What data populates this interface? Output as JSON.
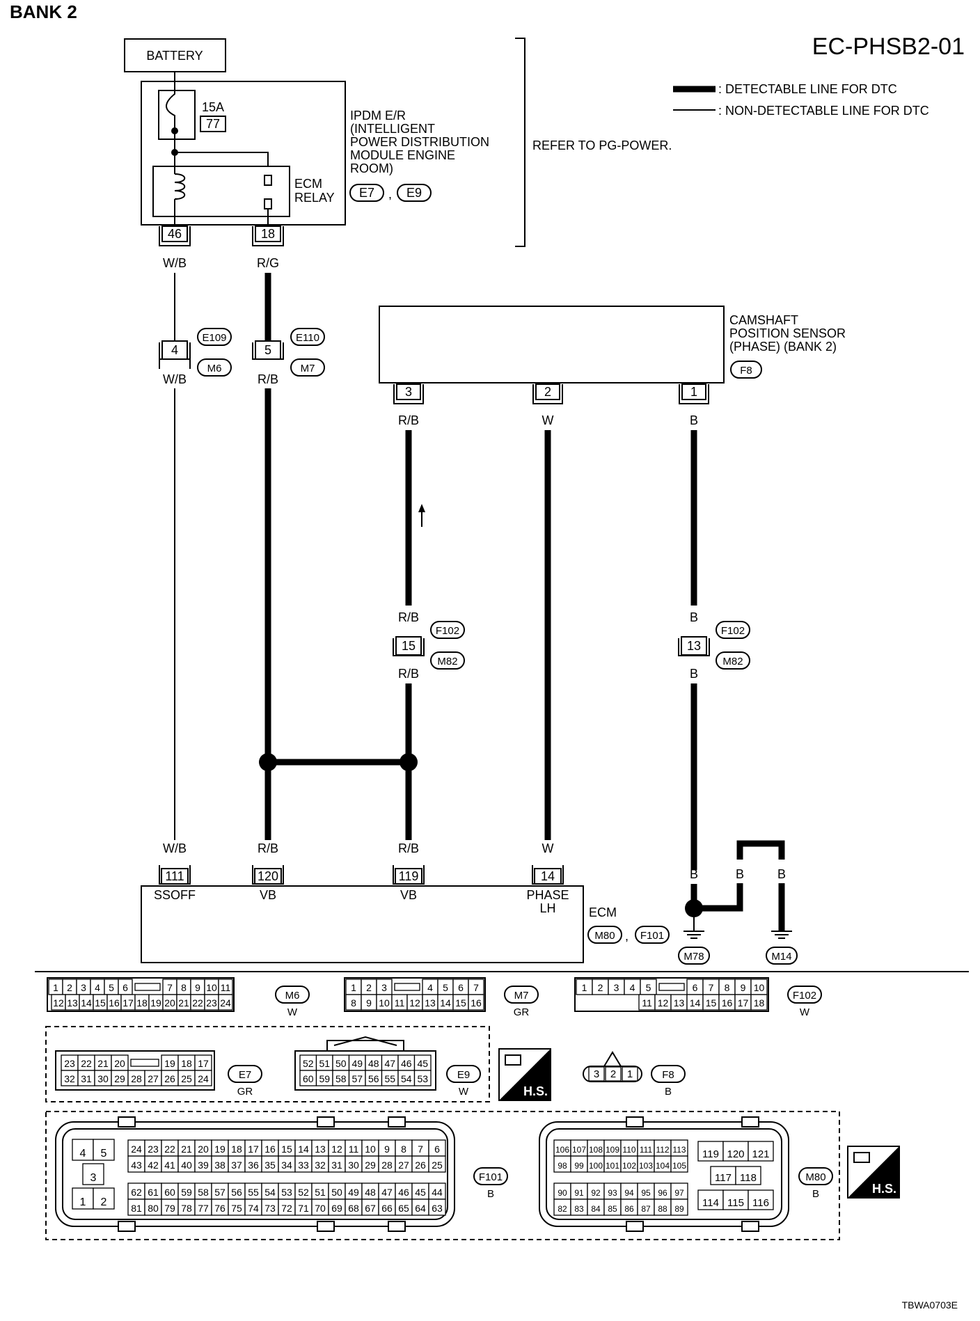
{
  "header": {
    "bank": "BANK 2",
    "code": "EC-PHSB2-01",
    "figure_id": "TBWA0703E"
  },
  "legend": {
    "detectable": ": DETECTABLE LINE FOR DTC",
    "non_detectable": ": NON-DETECTABLE LINE FOR DTC"
  },
  "battery": "BATTERY",
  "ipdm": {
    "fuse_amp": "15A",
    "fuse_no": "77",
    "name_lines": [
      "IPDM E/R",
      "(INTELLIGENT",
      " POWER DISTRIBUTION",
      " MODULE ENGINE",
      " ROOM)"
    ],
    "relay_lines": [
      "ECM",
      "RELAY"
    ],
    "connectors": [
      "E7",
      "E9"
    ],
    "sep": ",",
    "refer": "REFER TO PG-POWER."
  },
  "pins": {
    "ipdm_46": "46",
    "ipdm_18": "18",
    "joint_4": "4",
    "joint_5": "5",
    "cmp_3": "3",
    "cmp_2": "2",
    "cmp_1": "1",
    "f102_15": "15",
    "f102_13": "13",
    "ecm_111": "111",
    "ecm_120": "120",
    "ecm_119": "119",
    "ecm_14": "14"
  },
  "wires": {
    "wb": "W/B",
    "rg": "R/G",
    "rb": "R/B",
    "w": "W",
    "b": "B"
  },
  "conn_labels": {
    "e109": "E109",
    "e110": "E110",
    "m6": "M6",
    "m7": "M7",
    "f102": "F102",
    "m82": "M82",
    "f8": "F8",
    "m80": "M80",
    "f101": "F101",
    "m78": "M78",
    "m14": "M14",
    "e7": "E7",
    "e9": "E9"
  },
  "cmp_sensor": {
    "lines": [
      "CAMSHAFT",
      "POSITION SENSOR",
      "(PHASE) (BANK 2)"
    ]
  },
  "ecm": {
    "name": "ECM",
    "t_ssoff": "SSOFF",
    "t_vb1": "VB",
    "t_vb2": "VB",
    "t_phase": [
      "PHASE",
      "LH"
    ]
  },
  "connector_faces": {
    "m6": {
      "id": "M6",
      "color": "W",
      "rows": [
        [
          "1",
          "2",
          "3",
          "4",
          "5",
          "6",
          "",
          "7",
          "8",
          "9",
          "10",
          "11"
        ],
        [
          "12",
          "13",
          "14",
          "15",
          "16",
          "17",
          "18",
          "19",
          "20",
          "21",
          "22",
          "23",
          "24"
        ]
      ]
    },
    "m7": {
      "id": "M7",
      "color": "GR",
      "rows": [
        [
          "1",
          "2",
          "3",
          "",
          "4",
          "5",
          "6",
          "7"
        ],
        [
          "8",
          "9",
          "10",
          "11",
          "12",
          "13",
          "14",
          "15",
          "16"
        ]
      ]
    },
    "f102": {
      "id": "F102",
      "color": "W",
      "rows": [
        [
          "1",
          "2",
          "3",
          "4",
          "5",
          "",
          "6",
          "7",
          "8",
          "9",
          "10"
        ],
        [
          "11",
          "12",
          "13",
          "14",
          "15",
          "16",
          "17",
          "18"
        ]
      ]
    },
    "e7": {
      "id": "E7",
      "color": "GR",
      "rows": [
        [
          "23",
          "22",
          "21",
          "20",
          "",
          "19",
          "18",
          "17"
        ],
        [
          "32",
          "31",
          "30",
          "29",
          "28",
          "27",
          "26",
          "25",
          "24"
        ]
      ]
    },
    "e9": {
      "id": "E9",
      "color": "W",
      "rows": [
        [
          "52",
          "51",
          "50",
          "49",
          "48",
          "47",
          "46",
          "45"
        ],
        [
          "60",
          "59",
          "58",
          "57",
          "56",
          "55",
          "54",
          "53"
        ]
      ]
    },
    "f8": {
      "id": "F8",
      "color": "B",
      "pins": [
        "3",
        "2",
        "1"
      ]
    },
    "hs": "H.S.",
    "f101": {
      "id": "F101",
      "color": "B",
      "left_top": [
        "4",
        "5"
      ],
      "left_mid": "3",
      "left_bot": [
        "1",
        "2"
      ],
      "rows": [
        [
          "24",
          "23",
          "22",
          "21",
          "20",
          "19",
          "18",
          "17",
          "16",
          "15",
          "14",
          "13",
          "12",
          "11",
          "10",
          "9",
          "8",
          "7",
          "6"
        ],
        [
          "43",
          "42",
          "41",
          "40",
          "39",
          "38",
          "37",
          "36",
          "35",
          "34",
          "33",
          "32",
          "31",
          "30",
          "29",
          "28",
          "27",
          "26",
          "25"
        ],
        [
          "62",
          "61",
          "60",
          "59",
          "58",
          "57",
          "56",
          "55",
          "54",
          "53",
          "52",
          "51",
          "50",
          "49",
          "48",
          "47",
          "46",
          "45",
          "44"
        ],
        [
          "81",
          "80",
          "79",
          "78",
          "77",
          "76",
          "75",
          "74",
          "73",
          "72",
          "71",
          "70",
          "69",
          "68",
          "67",
          "66",
          "65",
          "64",
          "63"
        ]
      ]
    },
    "m80": {
      "id": "M80",
      "color": "B",
      "rows": [
        [
          "106",
          "107",
          "108",
          "109",
          "110",
          "111",
          "112",
          "113"
        ],
        [
          "98",
          "99",
          "100",
          "101",
          "102",
          "103",
          "104",
          "105"
        ],
        [
          "90",
          "91",
          "92",
          "93",
          "94",
          "95",
          "96",
          "97"
        ],
        [
          "82",
          "83",
          "84",
          "85",
          "86",
          "87",
          "88",
          "89"
        ]
      ],
      "right_top": [
        "119",
        "120",
        "121"
      ],
      "right_mid": [
        "117",
        "118"
      ],
      "right_bot": [
        "114",
        "115",
        "116"
      ]
    }
  }
}
